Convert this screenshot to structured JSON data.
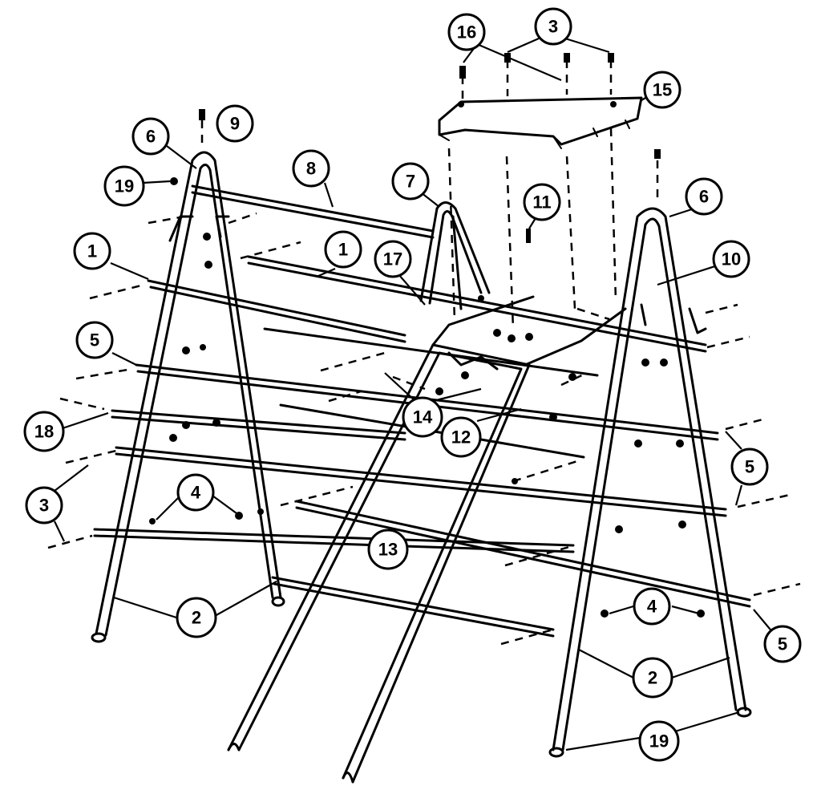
{
  "callouts": [
    {
      "id": "c16",
      "label": "16"
    },
    {
      "id": "c3top",
      "label": "3"
    },
    {
      "id": "c15",
      "label": "15"
    },
    {
      "id": "c9",
      "label": "9"
    },
    {
      "id": "c6left",
      "label": "6"
    },
    {
      "id": "c19left",
      "label": "19"
    },
    {
      "id": "c8",
      "label": "8"
    },
    {
      "id": "c7",
      "label": "7"
    },
    {
      "id": "c11",
      "label": "11"
    },
    {
      "id": "c6right",
      "label": "6"
    },
    {
      "id": "c10",
      "label": "10"
    },
    {
      "id": "c1left",
      "label": "1"
    },
    {
      "id": "c1mid",
      "label": "1"
    },
    {
      "id": "c17",
      "label": "17"
    },
    {
      "id": "c5left",
      "label": "5"
    },
    {
      "id": "c18",
      "label": "18"
    },
    {
      "id": "c14",
      "label": "14"
    },
    {
      "id": "c12",
      "label": "12"
    },
    {
      "id": "c5right1",
      "label": "5"
    },
    {
      "id": "c3left",
      "label": "3"
    },
    {
      "id": "c4left",
      "label": "4"
    },
    {
      "id": "c13",
      "label": "13"
    },
    {
      "id": "c2left",
      "label": "2"
    },
    {
      "id": "c4right",
      "label": "4"
    },
    {
      "id": "c5right2",
      "label": "5"
    },
    {
      "id": "c2right",
      "label": "2"
    },
    {
      "id": "c19right",
      "label": "19"
    }
  ]
}
